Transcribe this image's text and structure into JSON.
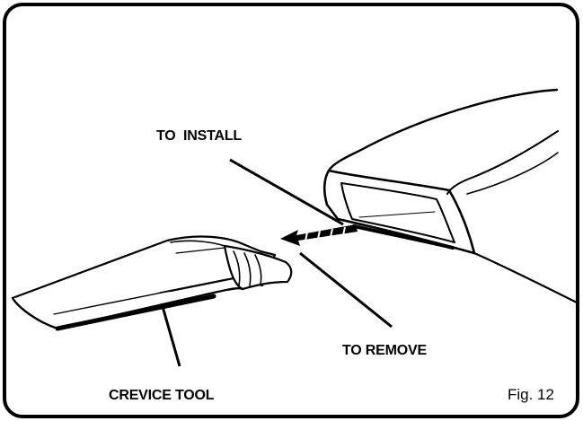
{
  "labels": {
    "install": "TO  INSTALL",
    "remove": "TO REMOVE",
    "tool": "CREVICE TOOL",
    "figure": "Fig. 12"
  }
}
